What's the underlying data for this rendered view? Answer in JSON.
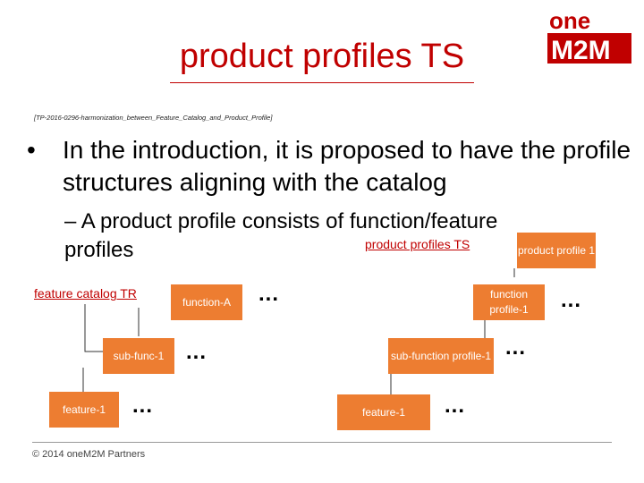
{
  "title": "product profiles TS",
  "reference": "[TP-2016-0296-harmonization_between_Feature_Catalog_and_Product_Profile]",
  "bullet": "In the introduction, it is proposed to have the profile structures aligning with the catalog",
  "sub_bullet": "– A product profile consists of function/feature profiles",
  "catalog_tree": {
    "header": "feature catalog TR",
    "level1": "function-A",
    "level2": "sub-func-1",
    "level3": "feature-1",
    "ellipsis": "..."
  },
  "profile_tree": {
    "header": "product profiles TS",
    "level0": "product profile 1",
    "level1": "function profile-1",
    "level2": "sub-function profile-1",
    "level3": "feature-1",
    "ellipsis": "..."
  },
  "footer": "© 2014 oneM2M Partners",
  "logo": {
    "top": "one",
    "bottom": "M2M"
  },
  "colors": {
    "accent": "#c00000",
    "box": "#ed7d31"
  }
}
